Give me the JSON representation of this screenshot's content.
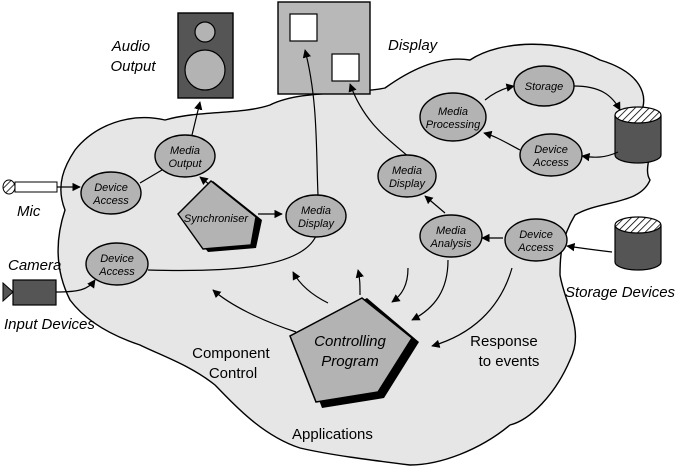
{
  "diagram": {
    "labels": {
      "audio_output_line1": "Audio",
      "audio_output_line2": "Output",
      "display": "Display",
      "mic": "Mic",
      "camera": "Camera",
      "input_devices": "Input Devices",
      "storage_devices": "Storage Devices",
      "component_control_line1": "Component",
      "component_control_line2": "Control",
      "response_line1": "Response",
      "response_line2": "to events",
      "applications": "Applications"
    },
    "nodes": {
      "device_access_mic": [
        "Device",
        "Access"
      ],
      "media_output": [
        "Media",
        "Output"
      ],
      "synchroniser": [
        "Synchroniser"
      ],
      "media_display_left": [
        "Media",
        "Display"
      ],
      "device_access_camera": [
        "Device",
        "Access"
      ],
      "media_processing": [
        "Media",
        "Processing"
      ],
      "storage": [
        "Storage"
      ],
      "device_access_storage_top": [
        "Device",
        "Access"
      ],
      "media_display_right": [
        "Media",
        "Display"
      ],
      "media_analysis": [
        "Media",
        "Analysis"
      ],
      "device_access_storage_bottom": [
        "Device",
        "Access"
      ],
      "controlling_program": [
        "Controlling",
        "Program"
      ]
    },
    "colors": {
      "cloud_fill": "#e6e6e6",
      "node_fill": "#b3b3b3",
      "speaker_fill": "#555555",
      "display_fill": "#b8b8b8",
      "device_fill": "#555555"
    }
  }
}
